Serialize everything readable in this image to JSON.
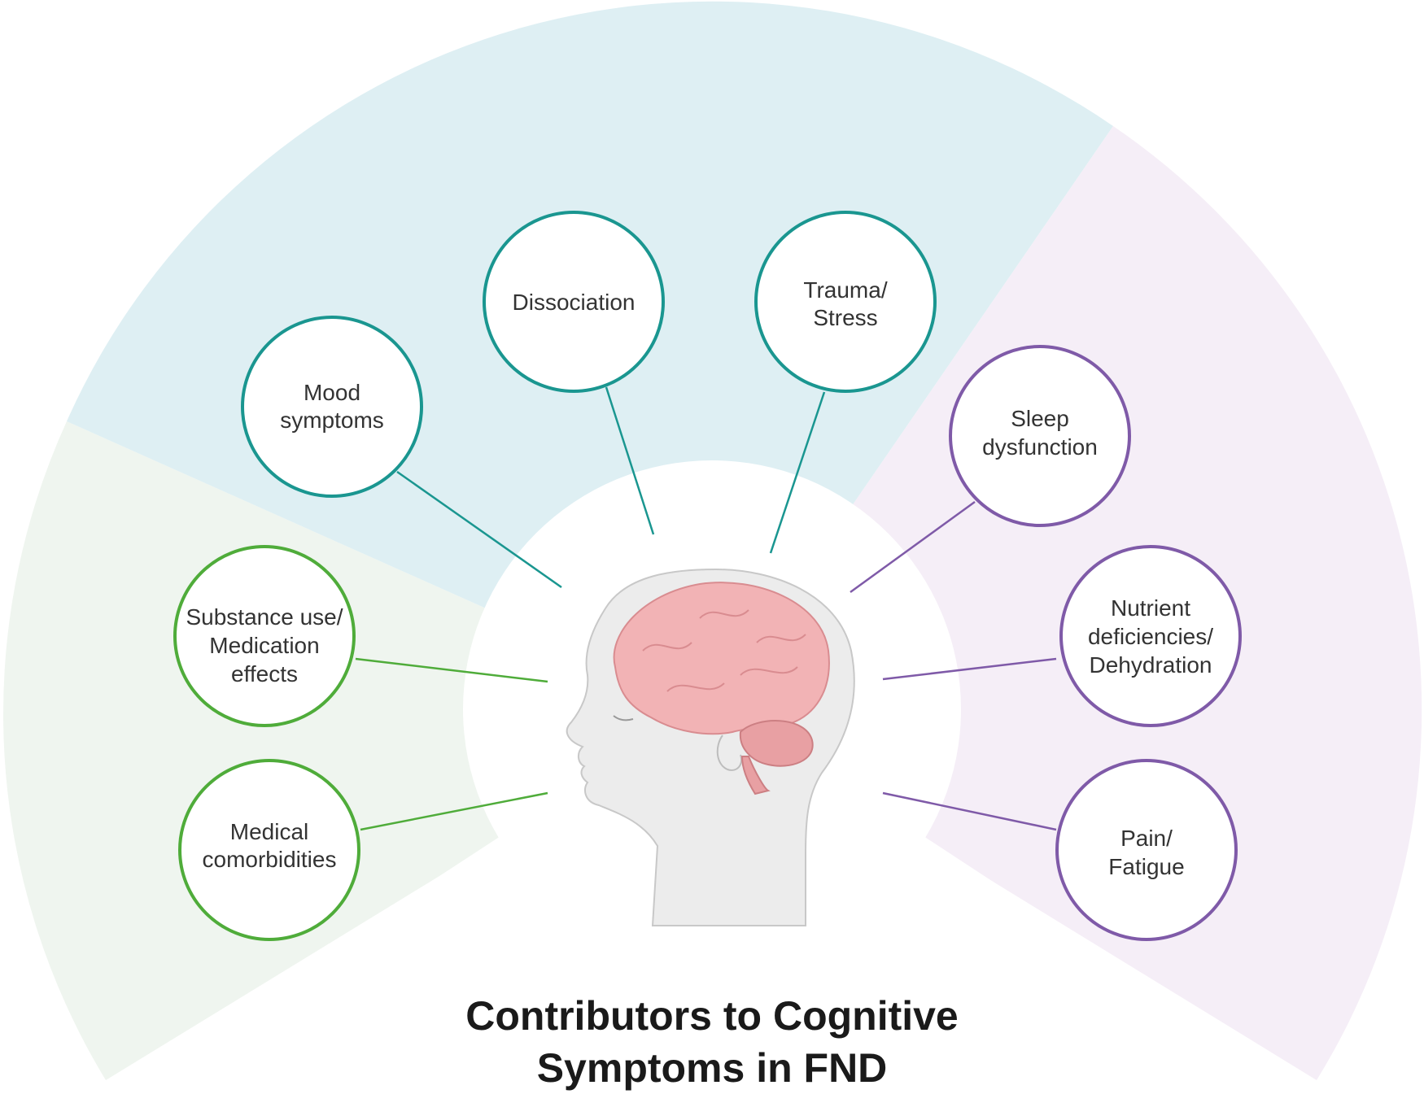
{
  "title": {
    "line1": "Contributors to Cognitive",
    "line2": "Symptoms in FND"
  },
  "colors": {
    "teal": "#1a9690",
    "green": "#4fac3a",
    "purple": "#7f5aa8",
    "teal_sector": "#deeff3",
    "green_sector": "#eff5ef",
    "purple_sector": "#f5eef7",
    "brain": "#f2b3b5",
    "head": "#ececec"
  },
  "nodes": {
    "mood": {
      "line1": "Mood",
      "line2": "symptoms"
    },
    "dissociation": {
      "line1": "Dissociation"
    },
    "trauma": {
      "line1": "Trauma/",
      "line2": "Stress"
    },
    "sleep": {
      "line1": "Sleep",
      "line2": "dysfunction"
    },
    "nutrient": {
      "line1": "Nutrient",
      "line2": "deficiencies/",
      "line3": "Dehydration"
    },
    "pain": {
      "line1": "Pain/",
      "line2": "Fatigue"
    },
    "substance": {
      "line1": "Substance use/",
      "line2": "Medication",
      "line3": "effects"
    },
    "medical": {
      "line1": "Medical",
      "line2": "comorbidities"
    }
  },
  "icons": {
    "center": "human-head-with-brain-icon"
  }
}
